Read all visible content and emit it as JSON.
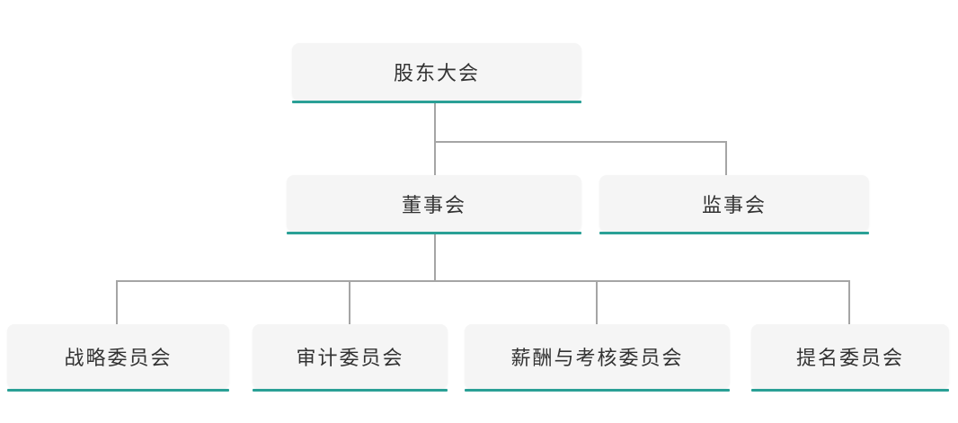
{
  "org_chart": {
    "type": "org-tree",
    "nodes": [
      {
        "id": "shareholders-meeting",
        "label": "股东大会",
        "level": 1
      },
      {
        "id": "board-of-directors",
        "label": "董事会",
        "level": 2
      },
      {
        "id": "supervisory-board",
        "label": "监事会",
        "level": 2
      },
      {
        "id": "strategy-committee",
        "label": "战略委员会",
        "level": 3
      },
      {
        "id": "audit-committee",
        "label": "审计委员会",
        "level": 3
      },
      {
        "id": "compensation-assessment-committee",
        "label": "薪酬与考核委员会",
        "level": 3
      },
      {
        "id": "nomination-committee",
        "label": "提名委员会",
        "level": 3
      }
    ],
    "edges": [
      {
        "from": "股东大会",
        "to": "董事会"
      },
      {
        "from": "股东大会",
        "to": "监事会"
      },
      {
        "from": "董事会",
        "to": "战略委员会"
      },
      {
        "from": "董事会",
        "to": "审计委员会"
      },
      {
        "from": "董事会",
        "to": "薪酬与考核委员会"
      },
      {
        "from": "董事会",
        "to": "提名委员会"
      }
    ]
  },
  "colors": {
    "accent_teal": "#2aa096",
    "box_background": "#f5f5f5",
    "connector_gray": "#a5a5a5",
    "text": "#333333",
    "page_background": "#ffffff"
  }
}
